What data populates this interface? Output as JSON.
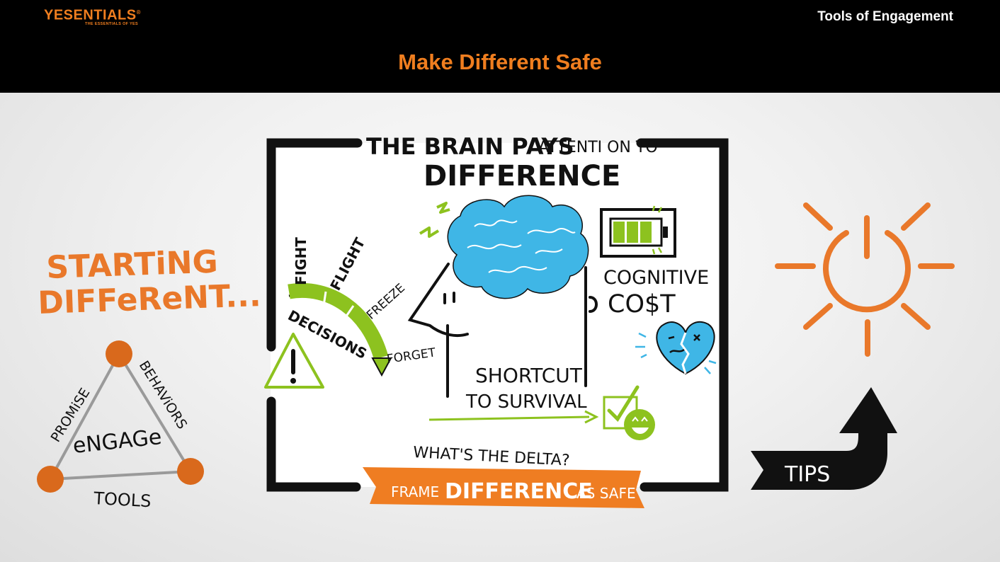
{
  "header": {
    "logo_text": "YESENTIALS",
    "logo_tagline": "THE ESSENTIALS OF YES",
    "section_title": "Tools of Engagement",
    "page_title": "Make Different Safe"
  },
  "left_panel": {
    "heading_line1": "STARTiNG",
    "heading_line2": "DIFFeReNT...",
    "triangle_center": "eNGAGe",
    "side_left": "PROMiSE",
    "side_right": "BEHAViORS",
    "side_bottom": "TOOLS"
  },
  "sketch": {
    "title_line1_big": "THE BRAIN PAYS",
    "title_line1_small": "ATTENTI ON TO",
    "title_line2": "DIFFERENCE",
    "meter_labels": [
      "FIGHT",
      "FLIGHT",
      "FREEZE",
      "FORGET"
    ],
    "meter_caption": "DECISIONS",
    "cost_line1": "COGNITIVE",
    "cost_line2": "CO$T",
    "shortcut_line1": "SHORTCUT",
    "shortcut_line2": "TO SURVIVAL",
    "delta_question": "WHAT'S THE DELTA?",
    "banner_part1": "FRAME",
    "banner_part2": "DIFFERENCE",
    "banner_part3": "AS SAFE"
  },
  "right_panel": {
    "tips_label": "TIPS"
  },
  "colors": {
    "brand_orange": "#f07e1f",
    "banner_orange": "#ef7d22",
    "lime_green": "#8dc21f",
    "brain_blue": "#3fb6e6",
    "ink": "#111111",
    "header_bg": "#000000"
  }
}
